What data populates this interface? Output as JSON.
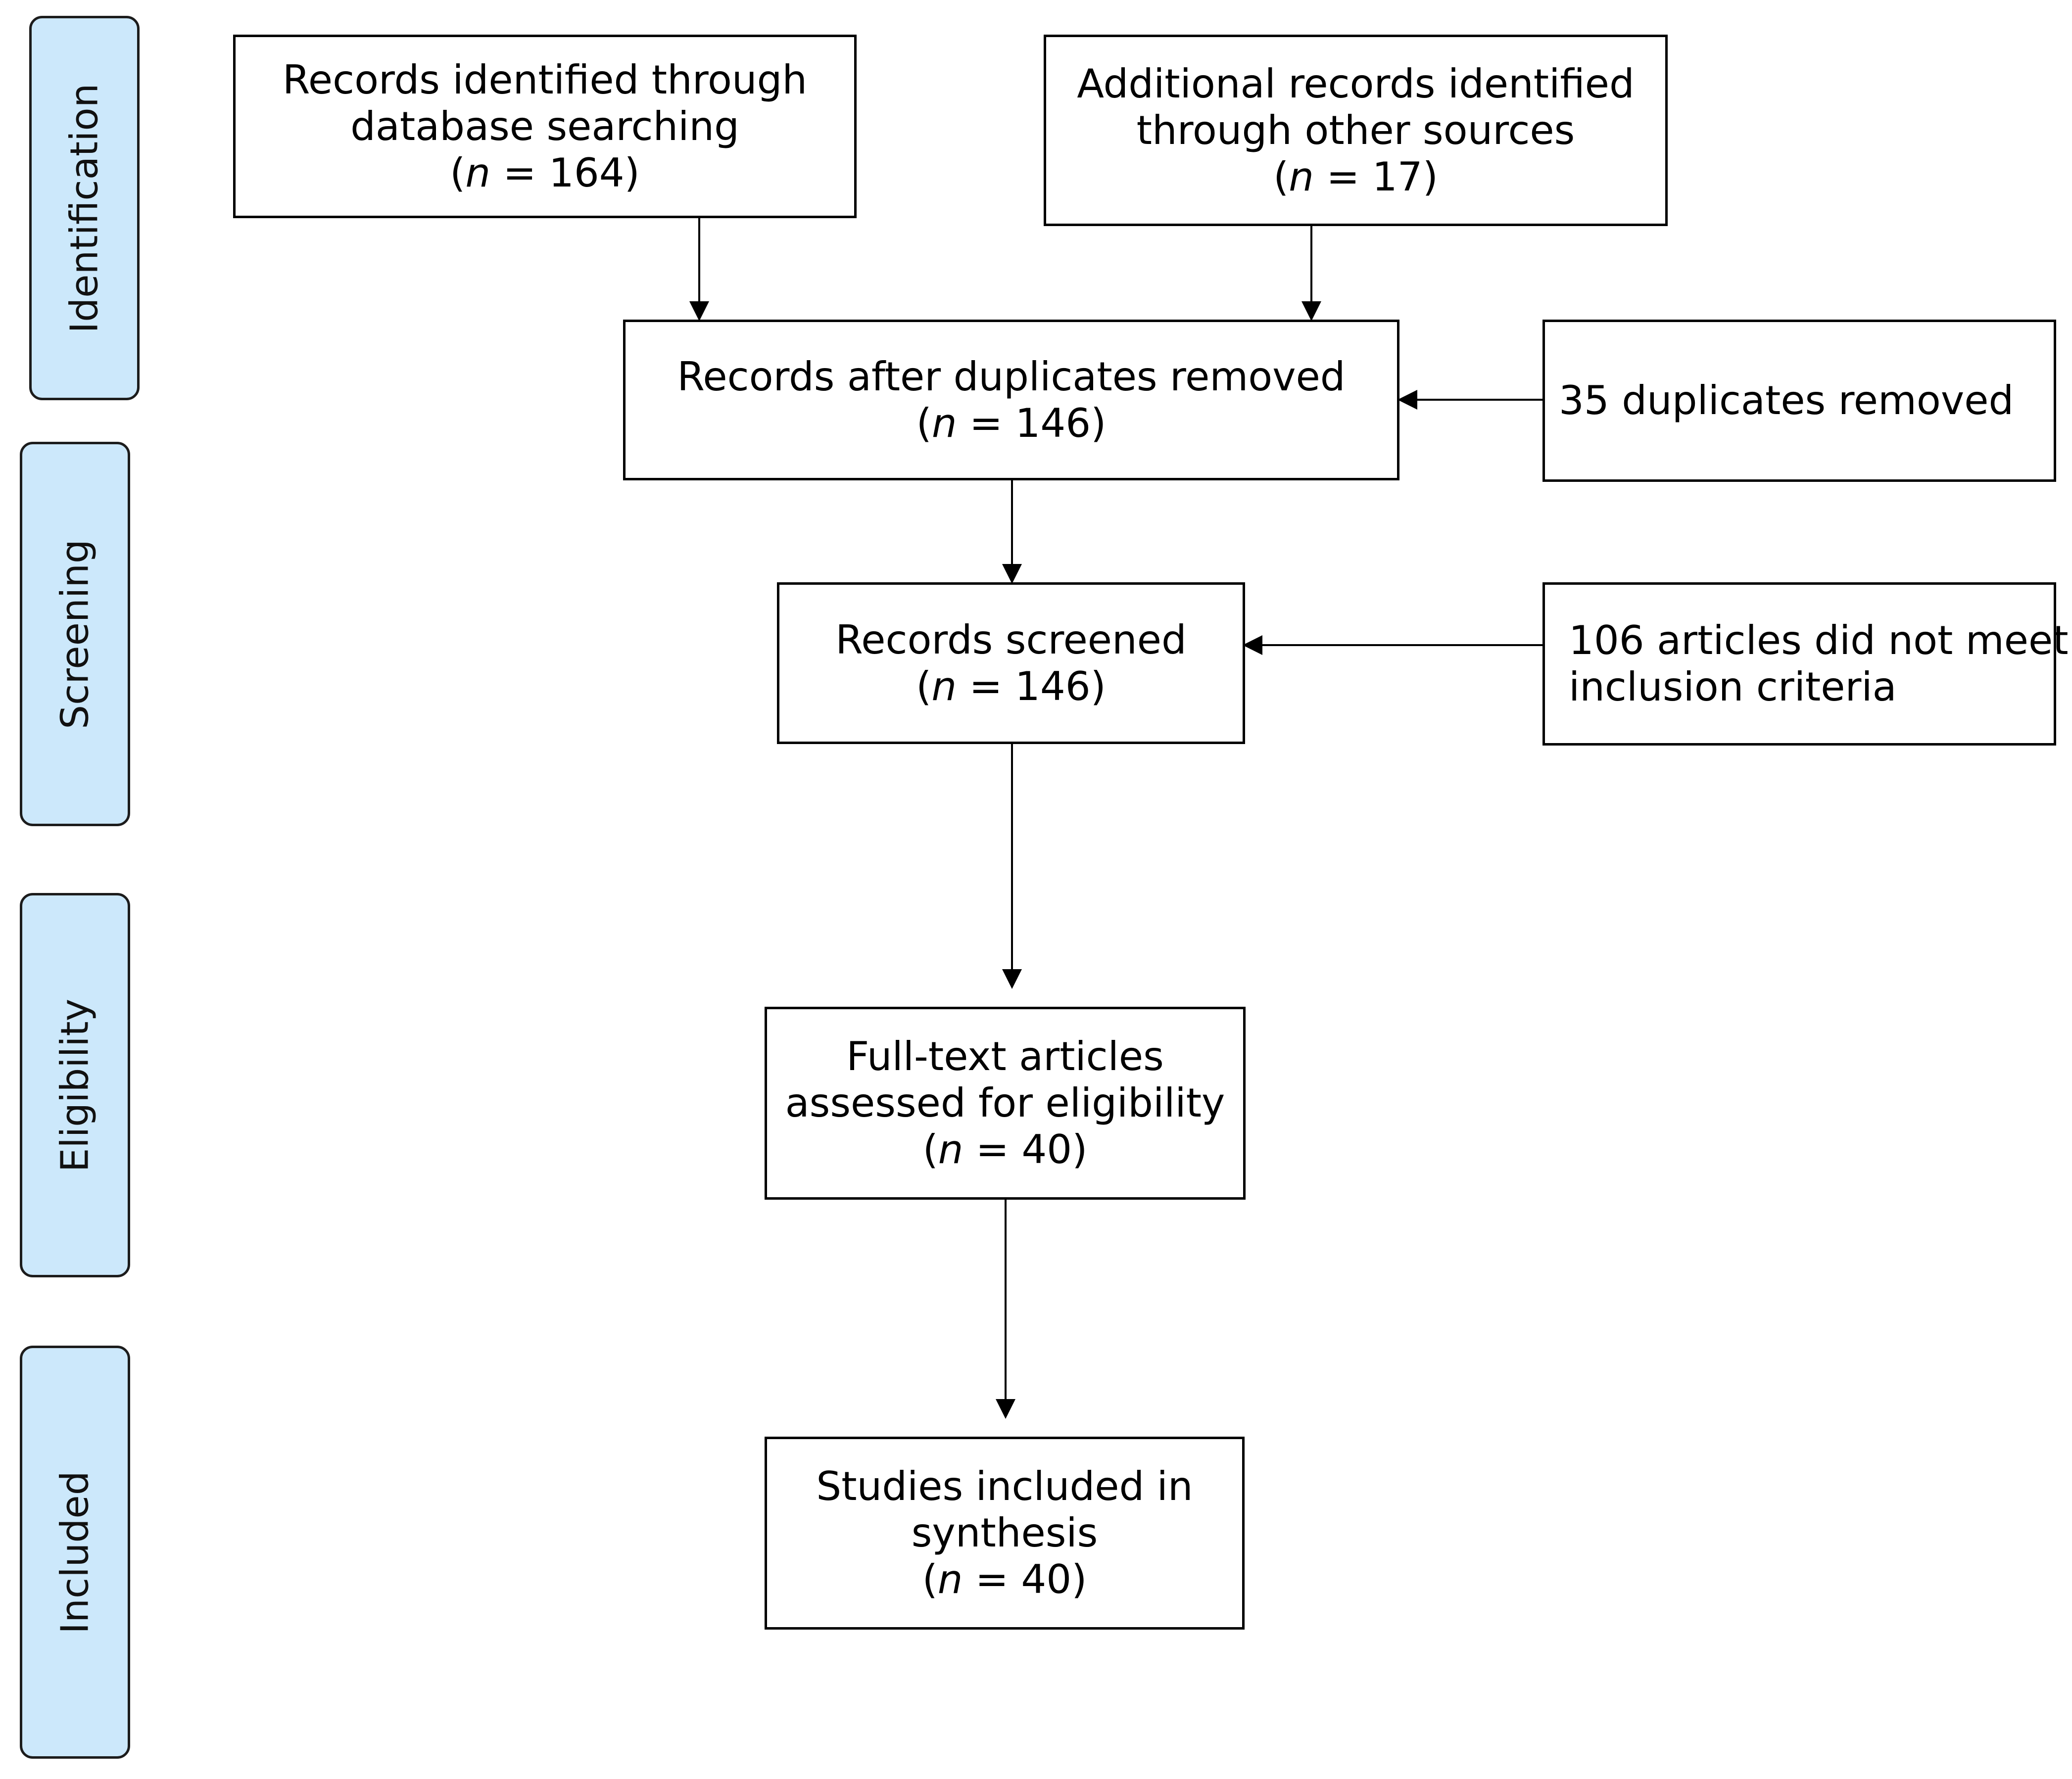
{
  "stages": [
    {
      "id": "identification",
      "label": "Identification"
    },
    {
      "id": "screening",
      "label": "Screening"
    },
    {
      "id": "eligibility",
      "label": "Eligibility"
    },
    {
      "id": "included",
      "label": "Included"
    }
  ],
  "boxes": {
    "database_records": {
      "lines": [
        "Records identified through",
        "database searching"
      ],
      "n_prefix": "(",
      "n_symbol": "n",
      "n_rest": " = 164)"
    },
    "other_sources": {
      "lines": [
        "Additional records identified",
        "through other sources"
      ],
      "n_prefix": "(",
      "n_symbol": "n",
      "n_rest": " = 17)"
    },
    "after_duplicates": {
      "lines": [
        "Records after duplicates removed"
      ],
      "n_prefix": "(",
      "n_symbol": "n",
      "n_rest": " = 146)"
    },
    "duplicates_removed": {
      "lines": [
        "35 duplicates removed"
      ]
    },
    "screened": {
      "lines": [
        "Records screened"
      ],
      "n_prefix": "(",
      "n_symbol": "n",
      "n_rest": " = 146)"
    },
    "excluded": {
      "lines": [
        "106 articles did not meet",
        "inclusion criteria"
      ]
    },
    "full_text": {
      "lines": [
        "Full-text articles",
        "assessed for eligibility"
      ],
      "n_prefix": "(",
      "n_symbol": "n",
      "n_rest": " = 40)"
    },
    "included_studies": {
      "lines": [
        "Studies included in",
        "synthesis"
      ],
      "n_prefix": "(",
      "n_symbol": "n",
      "n_rest": " = 40)"
    }
  }
}
